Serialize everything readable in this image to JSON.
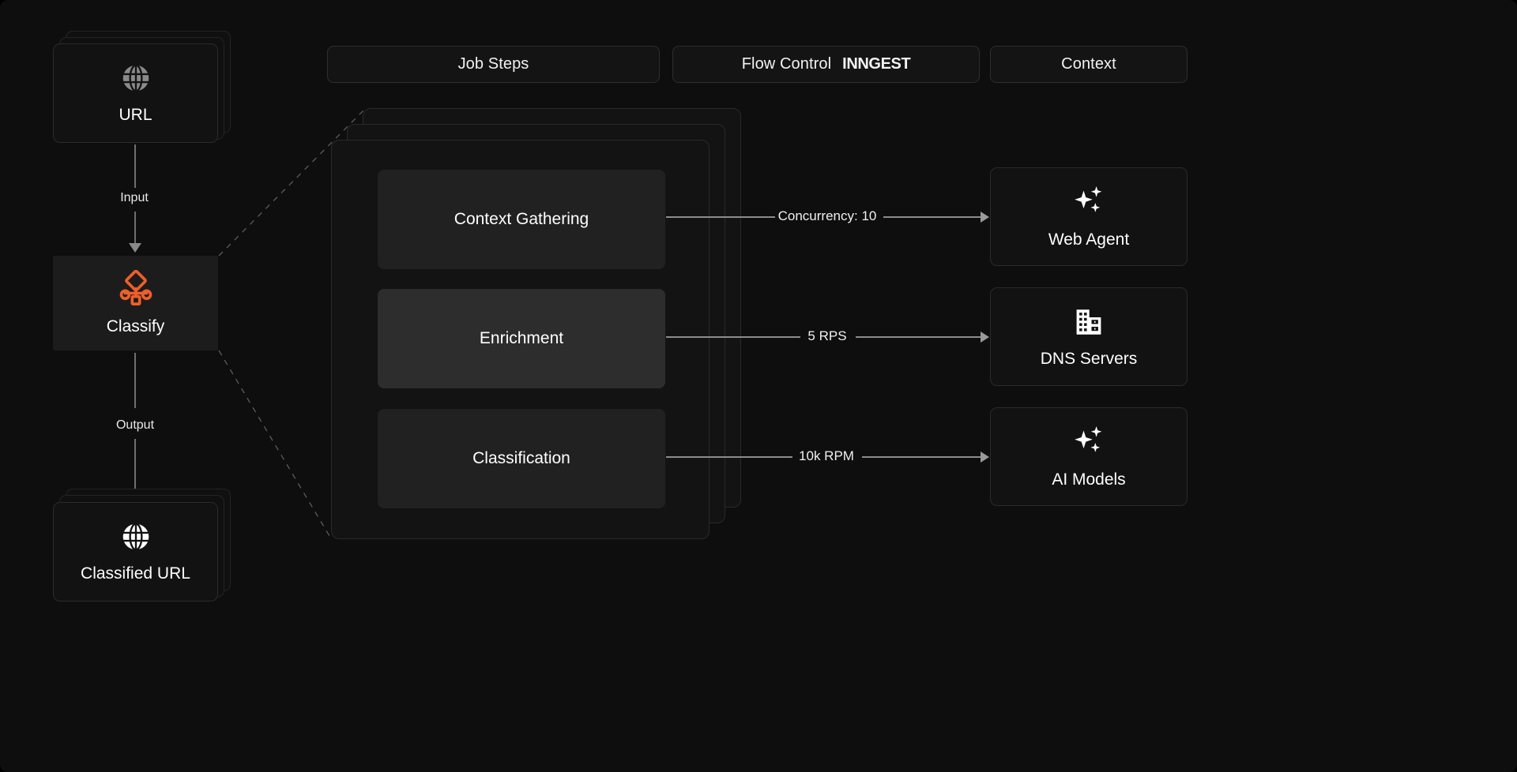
{
  "header": {
    "pills": [
      {
        "label": "Job Steps",
        "icon": null,
        "name": "job-steps"
      },
      {
        "label": "Flow Control",
        "brand": "INNGEST",
        "name": "flow-control"
      },
      {
        "label": "Context",
        "icon": null,
        "name": "context"
      }
    ]
  },
  "left_column": {
    "input_card": {
      "label": "URL",
      "icon": "globe-icon",
      "icon_color": "#8a8a8a",
      "stacked": true
    },
    "input_edge_label": "Input",
    "process_node": {
      "label": "Classify",
      "icon": "workflow-icon",
      "icon_color": "#ee5f2b"
    },
    "output_edge_label": "Output",
    "output_card": {
      "label": "Classified URL",
      "icon": "globe-icon",
      "icon_color": "#ffffff",
      "stacked": true
    }
  },
  "job_steps": {
    "stack_depth": 3,
    "steps": [
      {
        "label": "Context Gathering",
        "highlighted": false
      },
      {
        "label": "Enrichment",
        "highlighted": true
      },
      {
        "label": "Classification",
        "highlighted": false
      }
    ]
  },
  "flow_control": {
    "edges": [
      {
        "label": "Concurrency: 10"
      },
      {
        "label": "5 RPS"
      },
      {
        "label": "10k RPM"
      }
    ]
  },
  "context": {
    "cards": [
      {
        "label": "Web Agent",
        "icon": "sparkles-icon"
      },
      {
        "label": "DNS Servers",
        "icon": "building-icon"
      },
      {
        "label": "AI Models",
        "icon": "sparkles-icon"
      }
    ]
  },
  "colors": {
    "background": "#0e0e0e",
    "accent": "#ee5f2b",
    "card_bg": "#121212",
    "card_border": "#2b2b2b",
    "step_bg": "#212121",
    "step_bg_active": "#2d2d2d",
    "text": "#ffffff",
    "line": "#8c8c8c"
  }
}
